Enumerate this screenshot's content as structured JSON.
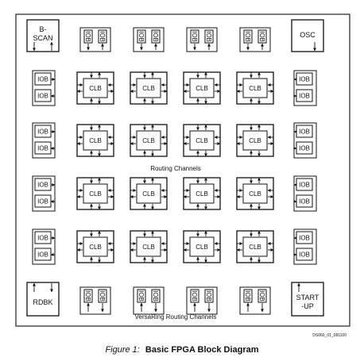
{
  "diagram": {
    "clb_label": "CLB",
    "iob_label": "IOB",
    "corners": {
      "top_left": [
        "B-",
        "SCAN"
      ],
      "top_right": [
        "OSC"
      ],
      "bottom_left": [
        "RDBK"
      ],
      "bottom_right": [
        "START",
        "-UP"
      ]
    },
    "routing_channels_label": "Routing Channels",
    "versaring_label": "VersaRing Routing Channels",
    "doc_id": "DS060_01_081100"
  },
  "caption": {
    "figure": "Figure 1:",
    "title": "Basic FPGA Block Diagram"
  }
}
